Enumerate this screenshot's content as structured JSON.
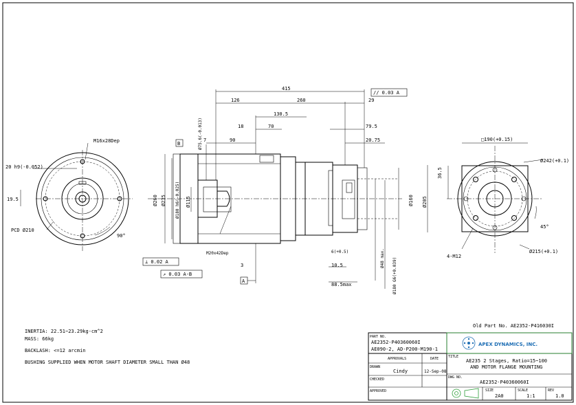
{
  "notes": {
    "inertia": "INERTIA:  22.51~23.29kg-cm^2",
    "mass": "MASS: 66kg",
    "backlash": "BACKLASH: <=12 arcmin",
    "bushing": "BUSHING SUPPLIED WHEN MOTOR SHAFT DIAMETER SMALL THAN Ø48"
  },
  "old_part": "Old Part No. AE2352-P416030I",
  "title_block": {
    "part_no_label": "PART NO.",
    "part_no_1": "AE2352-P40360060I",
    "part_no_2": "AE090-2, AD-P200-M190-1",
    "company": "APEX DYNAMICS, INC.",
    "approvals_label": "APPROVALS",
    "date_label": "DATE",
    "title_label": "TITLE",
    "title_1": "AE235 2 Stages, Ratio=15~100",
    "title_2": "AND MOTOR FLANGE MOUNTING",
    "drawn_label": "DRAWN",
    "drawn_by": "Cindy",
    "drawn_date": "12-Sep-08",
    "checked_label": "CHECKED",
    "dwg_no_label": "DWG NO.",
    "dwg_no": "AE2352-P40360060I",
    "approved_label": "APPROVED",
    "size_label": "SIZE",
    "size": "2A0",
    "scale_label": "SCALE",
    "scale": "1:1",
    "rev_label": "REV",
    "rev": "1.0"
  },
  "dims": {
    "d415": "415",
    "d126": "126",
    "d260": "260",
    "d29": "29",
    "d130_5": "130.5",
    "d18": "18",
    "d70": "70",
    "d79_5": "79.5",
    "d7": "7",
    "d90": "90",
    "d20_75": "20.75",
    "dia75": "Ø75.6(-0.013)",
    "dia260": "Ø260",
    "dia235": "Ø235",
    "dia180": "Ø180 h6(-0.025)",
    "dia115": "Ø115",
    "dia160": "Ø160",
    "dia205": "Ø205",
    "m20": "M20x42Dep",
    "d3": "3",
    "d10_5": "10.5",
    "d88_5": "88.5max",
    "d6": "6(+0.5)",
    "dia48": "Ø48 max.",
    "dia180g6": "Ø180 G6(+0.039)",
    "sq190": "□190(+0.15)",
    "dia242": "Ø242(+0.1)",
    "d36_5": "36.5",
    "ang45": "45°",
    "dia215": "Ø215(+0.1)",
    "m12": "4-M12",
    "m16": "M16x28Dep",
    "h20": "20 h9(-0.052)",
    "d19_5": "19.5",
    "pcd": "PCD Ø210",
    "ang90": "90°",
    "tol_par": "// 0.03 A",
    "tol_perp": "⊥ 0.02 A",
    "tol_run": "↗ 0.03 A-B",
    "datum_a": "A",
    "datum_b": "B"
  }
}
